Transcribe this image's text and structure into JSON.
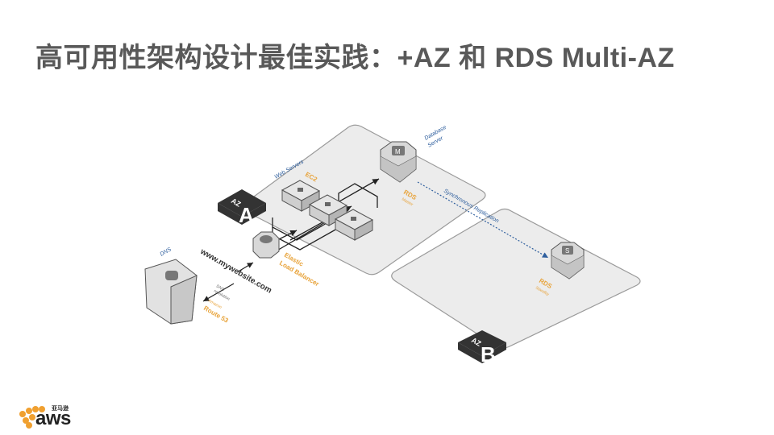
{
  "slide": {
    "title": "高可用性架构设计最佳实践：+AZ 和 RDS Multi-AZ"
  },
  "diagram": {
    "zones": [
      {
        "id": "az-a",
        "label_small": "AZ",
        "label_big": "A"
      },
      {
        "id": "az-b",
        "label_small": "AZ",
        "label_big": "B"
      }
    ],
    "labels": {
      "web_servers": "Web Servers",
      "ec2": "EC2",
      "database_server_line1": "Database",
      "database_server_line2": "Server",
      "rds_primary": "RDS",
      "rds_primary_sub": "Master",
      "rds_standby": "RDS",
      "rds_standby_sub": "Standby",
      "sync_replication": "Synchronous Replication",
      "dns": "DNS",
      "website": "www.mywebsite.com",
      "dns_resolution_line1": "DNS",
      "dns_resolution_line2": "resolution",
      "route53_small": "Amazon",
      "route53": "Route 53",
      "elb_line1": "Elastic",
      "elb_line2": "Load Balancer"
    },
    "colors": {
      "zone_fill": "#ececec",
      "zone_stroke": "#9a9a9a",
      "az_badge": "#333333",
      "orange": "#e8a33a",
      "blue": "#2f5f9e"
    }
  },
  "footer": {
    "logo_text": "aws",
    "logo_cn": "亚马逊"
  }
}
